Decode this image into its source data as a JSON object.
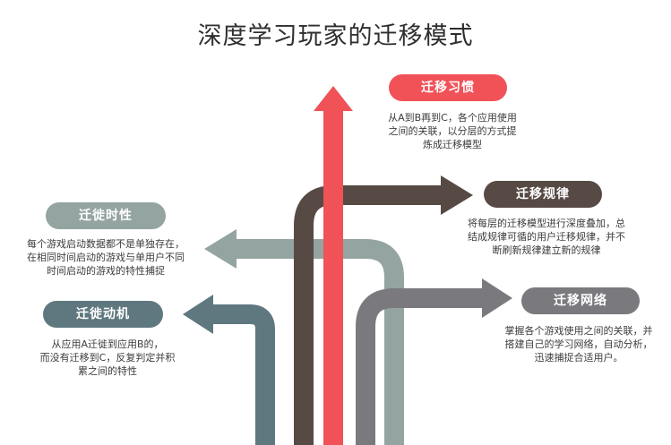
{
  "title": "深度学习玩家的迁移模式",
  "colors": {
    "red": "#f05258",
    "dark_brown": "#574a45",
    "gray": "#7a7a7e",
    "sage": "#94a4a1",
    "teal": "#5f7880"
  },
  "items": [
    {
      "key": "habit",
      "label": "迁移习惯",
      "color": "#f05258",
      "lines": [
        "从A到B再到C，各个应用使用",
        "之间的关联，以分层的方式提",
        "炼成迁移模型"
      ]
    },
    {
      "key": "rule",
      "label": "迁移规律",
      "color": "#574a45",
      "lines": [
        "将每层的迁移模型进行深度叠加，总",
        "结成规律可循的用户迁移规律，并不",
        "断刷新规律建立新的规律"
      ]
    },
    {
      "key": "network",
      "label": "迁移网络",
      "color": "#7a7a7e",
      "lines": [
        "掌握各个游戏使用之间的关联，并",
        "搭建自己的学习网络，自动分析，",
        "迅速捕捉合适用户。"
      ]
    },
    {
      "key": "timing",
      "label": "迁徙时性",
      "color": "#94a4a1",
      "lines": [
        "每个游戏启动数据都不是单独存在，",
        "在相同时间启动的游戏与单用户不同",
        "时间启动的游戏的特性捕捉"
      ]
    },
    {
      "key": "motive",
      "label": "迁徙动机",
      "color": "#5f7880",
      "lines": [
        "从应用A迁徙到应用B的，",
        "而没有迁移到C，反复判定并积",
        "累之间的特性"
      ]
    }
  ]
}
